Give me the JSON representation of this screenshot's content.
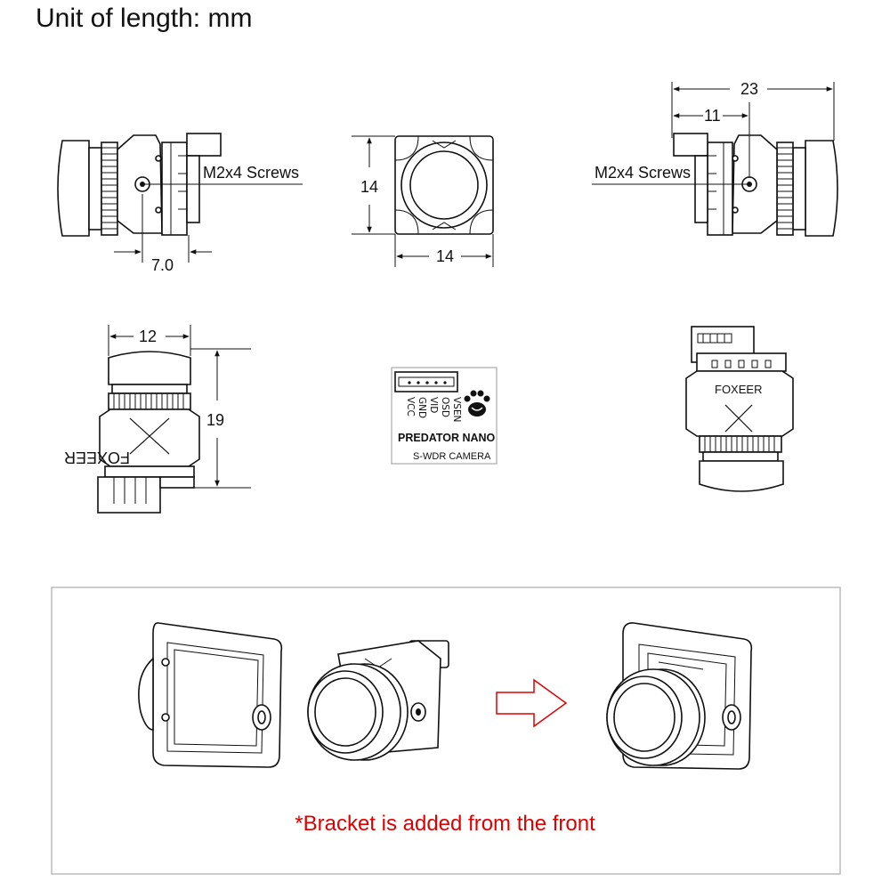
{
  "header": {
    "unit_text": "Unit of length: mm"
  },
  "side_views": {
    "screws_label": "M2x4 Screws",
    "left_dim": "7.0",
    "right_total_dim": "23",
    "right_partial_dim": "11"
  },
  "front_view": {
    "height_dim": "14",
    "width_dim": "14"
  },
  "bottom_left_view": {
    "width_dim": "12",
    "height_dim": "19",
    "brand": "FOXEER"
  },
  "back_label": {
    "pins": [
      "VSEN",
      "OSD",
      "VID",
      "GND",
      "VCC"
    ],
    "product_name": "PREDATOR NANO",
    "subtitle": "S-WDR CAMERA"
  },
  "bottom_right_view": {
    "brand": "FOXEER"
  },
  "bracket_panel": {
    "caption": "*Bracket is added from the front"
  },
  "colors": {
    "caption": "#e00000",
    "panel_border": "#bbbbbb",
    "arrow": "#e00000"
  }
}
